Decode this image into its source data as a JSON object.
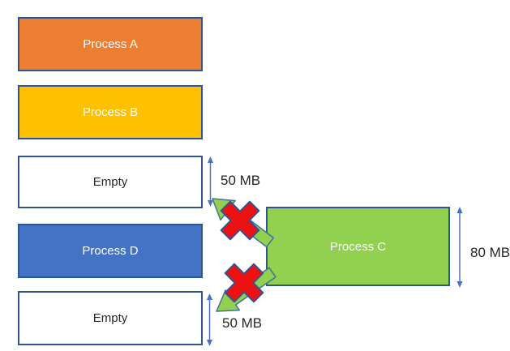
{
  "blocks": [
    {
      "label": "Process A",
      "fill": "#ED7D31",
      "text_color": "#FFFFFF"
    },
    {
      "label": "Process B",
      "fill": "#FFC000",
      "text_color": "#FFFFFF"
    },
    {
      "label": "Empty",
      "fill": "#FFFFFF",
      "text_color": "#262626"
    },
    {
      "label": "Process D",
      "fill": "#4472C4",
      "text_color": "#FFFFFF"
    },
    {
      "label": "Empty",
      "fill": "#FFFFFF",
      "text_color": "#262626"
    }
  ],
  "incoming_block": {
    "label": "Process C",
    "fill": "#92D050",
    "text_color": "#FFFFFF"
  },
  "measurements": {
    "empty_top_size": "50 MB",
    "process_c_size": "80 MB",
    "empty_bottom_size": "50 MB"
  },
  "colors": {
    "block_border": "#2F5597",
    "measure_arrow": "#4472C4",
    "move_arrow_fill": "#92D050",
    "move_arrow_stroke": "#41719C",
    "x_mark_fill": "#EE1111",
    "x_mark_stroke": "#2F5597"
  }
}
